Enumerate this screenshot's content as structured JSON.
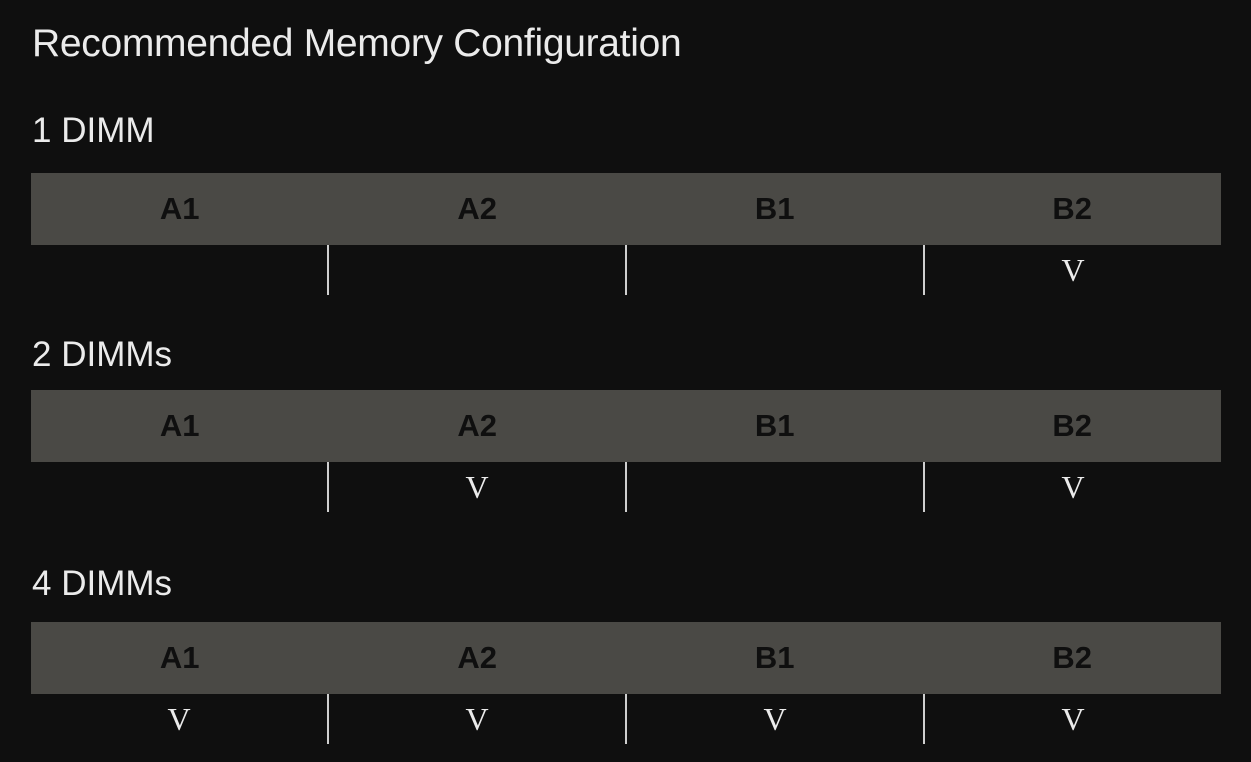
{
  "page": {
    "title": "Recommended Memory Configuration"
  },
  "slots": [
    "A1",
    "A2",
    "B1",
    "B2"
  ],
  "configurations": [
    {
      "label": "1 DIMM",
      "values": [
        "",
        "",
        "",
        "V"
      ]
    },
    {
      "label": "2 DIMMs",
      "values": [
        "",
        "V",
        "",
        "V"
      ]
    },
    {
      "label": "4 DIMMs",
      "values": [
        "V",
        "V",
        "V",
        "V"
      ]
    }
  ],
  "colors": {
    "background": "#0f0f0f",
    "header_fill": "#4a4945",
    "header_text": "#0f0f0f",
    "text": "#ebebeb"
  }
}
